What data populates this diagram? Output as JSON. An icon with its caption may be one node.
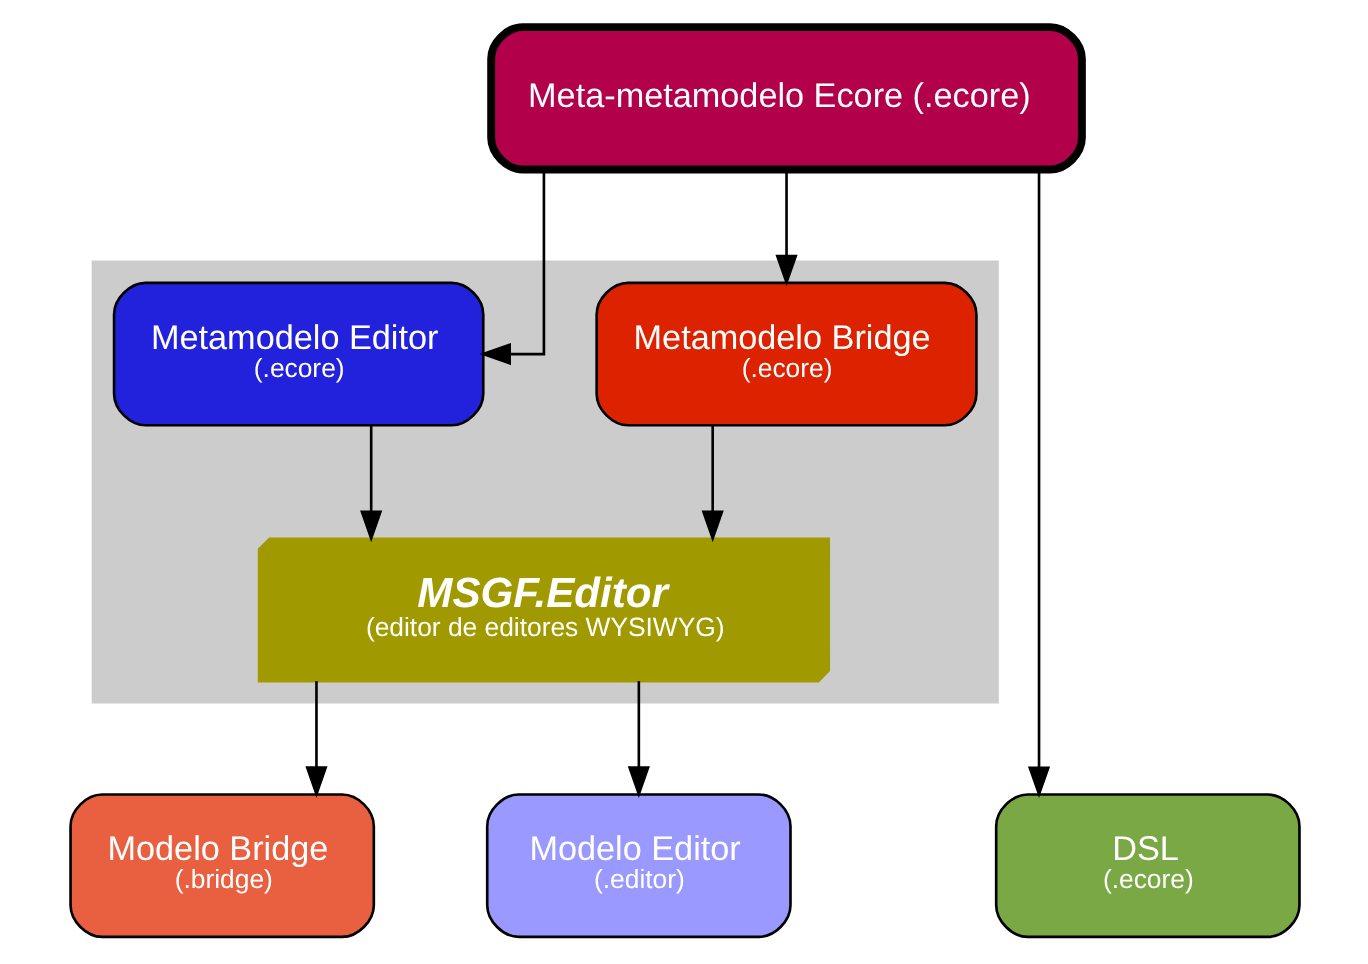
{
  "diagram": {
    "nodes": [
      {
        "text": [
          "Meta-metamodelo Ecore (.ecore)"
        ]
      },
      {
        "text": [],
        "shape": "box"
      },
      {
        "text": [
          "Metamodelo Bridge",
          "(.ecore)"
        ],
        "in": 1
      },
      {
        "text": [
          "Metamodelo Editor",
          "(.ecore)"
        ],
        "in": 1
      },
      {
        "text": [
          "MSGF.Editor",
          "(editor de editores WYSIWYG)"
        ],
        "in": 1
      },
      {
        "text": [
          "DSL",
          "(.ecore)"
        ]
      },
      {
        "text": [
          "Modelo Bridge",
          "(.bridge)"
        ]
      },
      {
        "text": [
          "Modelo Editor",
          "(.editor)"
        ]
      }
    ],
    "edges": [
      {
        "from": 0,
        "to": 5,
        "arrow": "to"
      },
      {
        "from": 0,
        "to": 2,
        "arrow": "to"
      },
      {
        "from": 0,
        "to": 3,
        "arrow": "to"
      },
      {
        "from": 2,
        "to": 4,
        "arrow": "to"
      },
      {
        "from": 3,
        "to": 4,
        "arrow": "to"
      },
      {
        "from": 4,
        "to": 6,
        "arrow": "to"
      },
      {
        "from": 4,
        "to": 7,
        "arrow": "to"
      }
    ]
  }
}
